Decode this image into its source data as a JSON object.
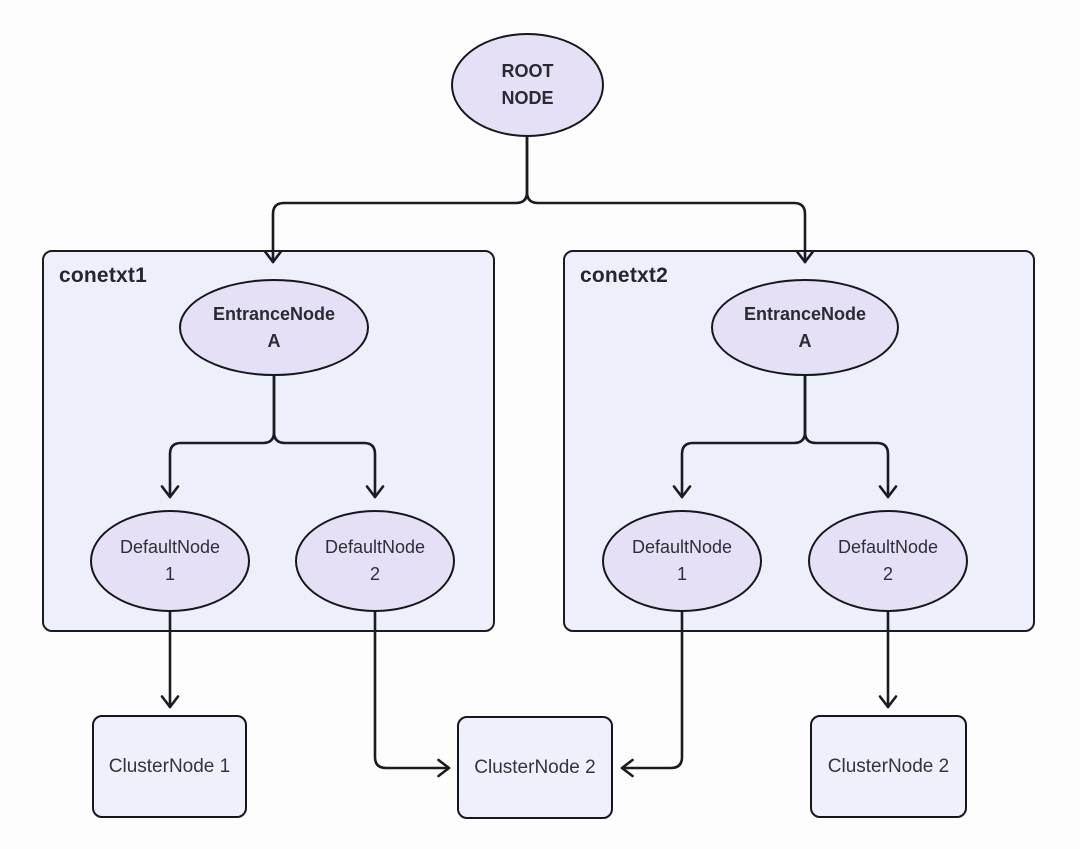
{
  "diagram_title": "",
  "root_node": {
    "line1": "ROOT",
    "line2": "NODE"
  },
  "containers": [
    {
      "label": "conetxt1",
      "entrance_node": {
        "line1": "EntranceNode",
        "line2": "A"
      },
      "default_nodes": [
        {
          "line1": "DefaultNode",
          "line2": "1"
        },
        {
          "line1": "DefaultNode",
          "line2": "2"
        }
      ]
    },
    {
      "label": "conetxt2",
      "entrance_node": {
        "line1": "EntranceNode",
        "line2": "A"
      },
      "default_nodes": [
        {
          "line1": "DefaultNode",
          "line2": "1"
        },
        {
          "line1": "DefaultNode",
          "line2": "2"
        }
      ]
    }
  ],
  "cluster_nodes": [
    {
      "label": "ClusterNode 1"
    },
    {
      "label": "ClusterNode 2"
    },
    {
      "label": "ClusterNode 2"
    }
  ],
  "colors": {
    "background": "#fdfdfd",
    "ellipse_fill": "#e6e0f6",
    "container_fill": "#edeffa",
    "cluster_fill": "#eef0fb",
    "stroke": "#1b1b22",
    "text": "#2e2e38"
  }
}
